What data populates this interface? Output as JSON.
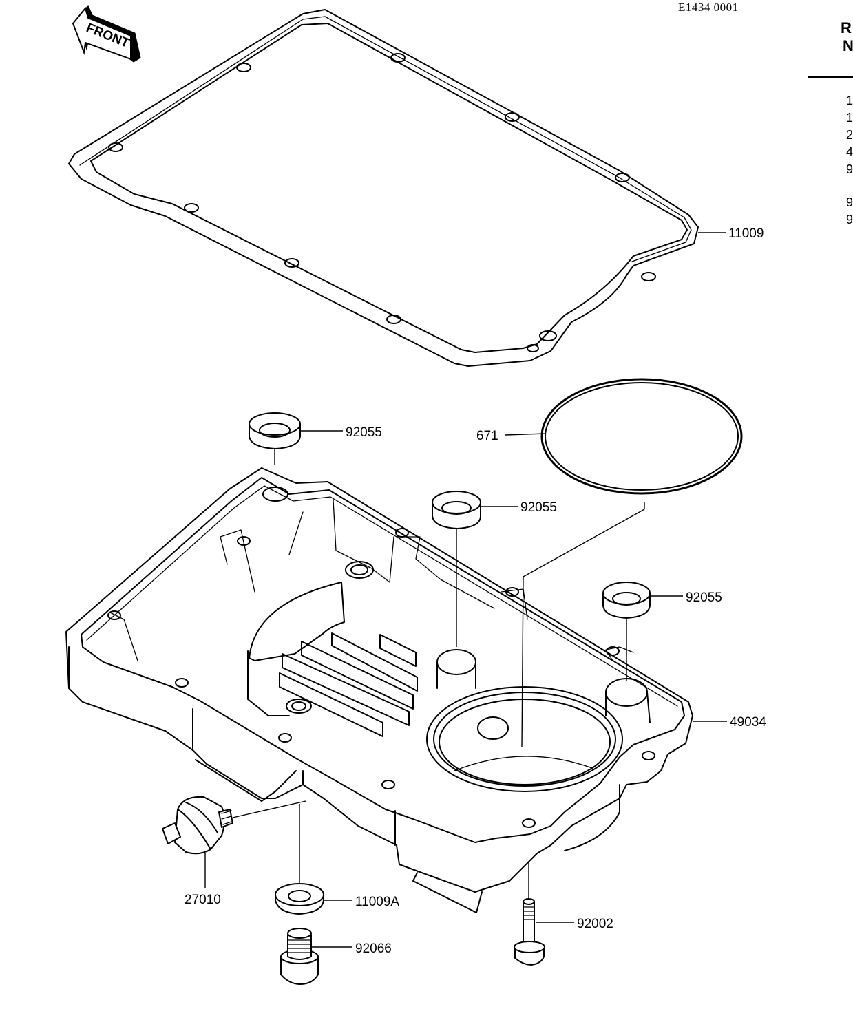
{
  "drawing_code": "E1434 0001",
  "front_arrow": {
    "label": "FRONT",
    "icon": "front-arrow-icon"
  },
  "header": {
    "line1": "R",
    "line2": "N"
  },
  "side_column": [
    "1",
    "1",
    "2",
    "4",
    "9",
    "9",
    "9"
  ],
  "callouts": {
    "gasket_pan": "11009",
    "o_ring": "671",
    "washer_left": "92055",
    "washer_mid": "92055",
    "washer_right": "92055",
    "oil_pan": "49034",
    "switch": "27010",
    "gasket_drain": "11009A",
    "drain_plug": "92066",
    "bolt": "92002"
  }
}
